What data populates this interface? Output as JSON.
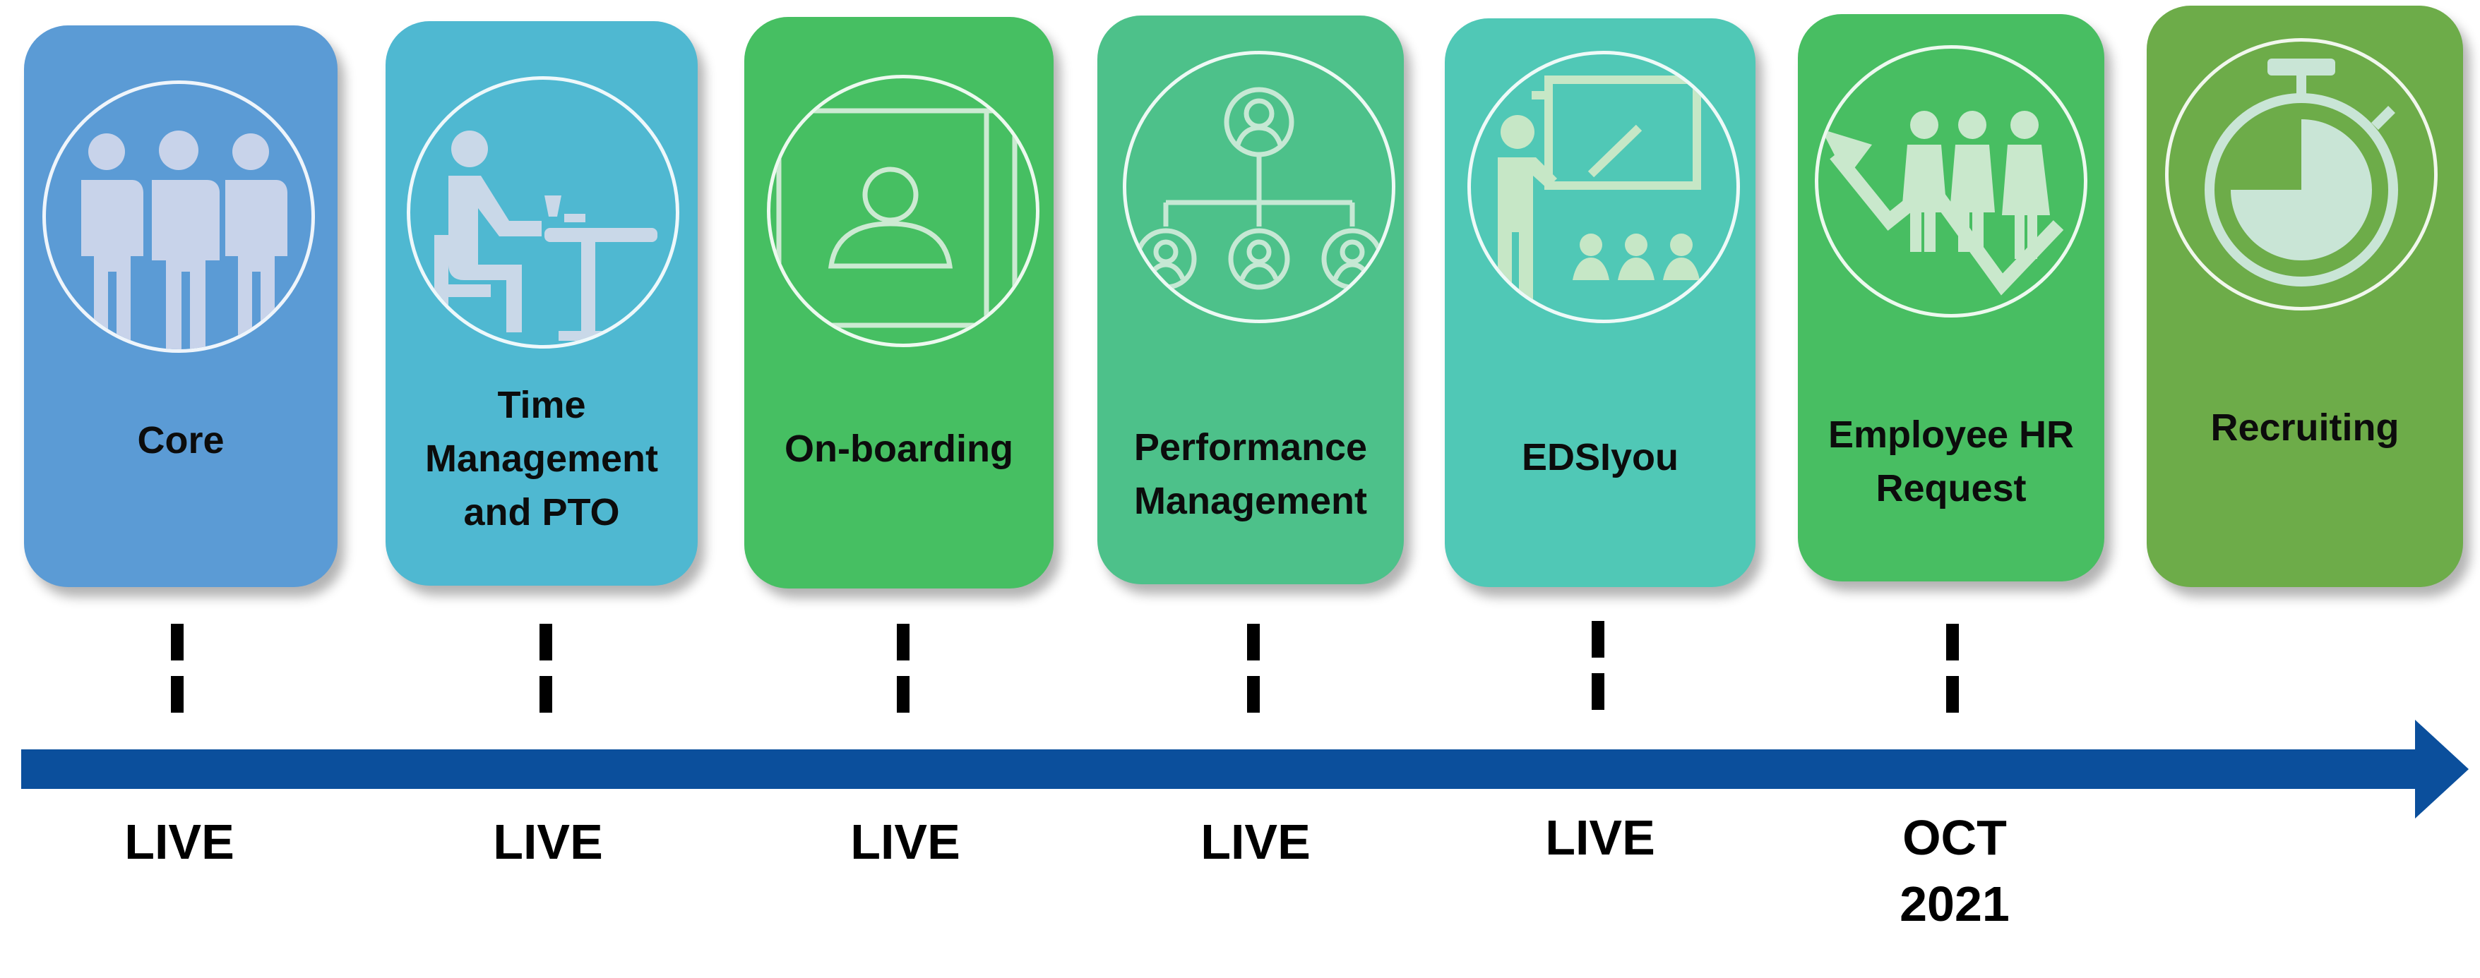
{
  "phases": [
    {
      "label": "Core",
      "status": "LIVE",
      "color": "#5b9bd5",
      "icon": "team-icon"
    },
    {
      "label": "Time\nManagement\nand PTO",
      "status": "LIVE",
      "color": "#4fb8d1",
      "icon": "desk-worker-icon"
    },
    {
      "label": "On-boarding",
      "status": "LIVE",
      "color": "#46bf62",
      "icon": "profile-card-icon"
    },
    {
      "label": "Performance\nManagement",
      "status": "LIVE",
      "color": "#4dc18a",
      "icon": "org-chart-icon"
    },
    {
      "label": "EDSIyou",
      "status": "LIVE",
      "color": "#50c8b6",
      "icon": "presentation-icon"
    },
    {
      "label": "Employee HR\nRequest",
      "status": "OCT\n2021",
      "color": "#48be62",
      "icon": "growth-team-icon"
    },
    {
      "label": "Recruiting",
      "status": "",
      "color": "#6dac49",
      "icon": "stopwatch-icon"
    }
  ],
  "colors": {
    "timeline_arrow": "#0b4f9c",
    "icon_stroke": "#ffffff",
    "icon_fill": "#c9d8e8"
  }
}
